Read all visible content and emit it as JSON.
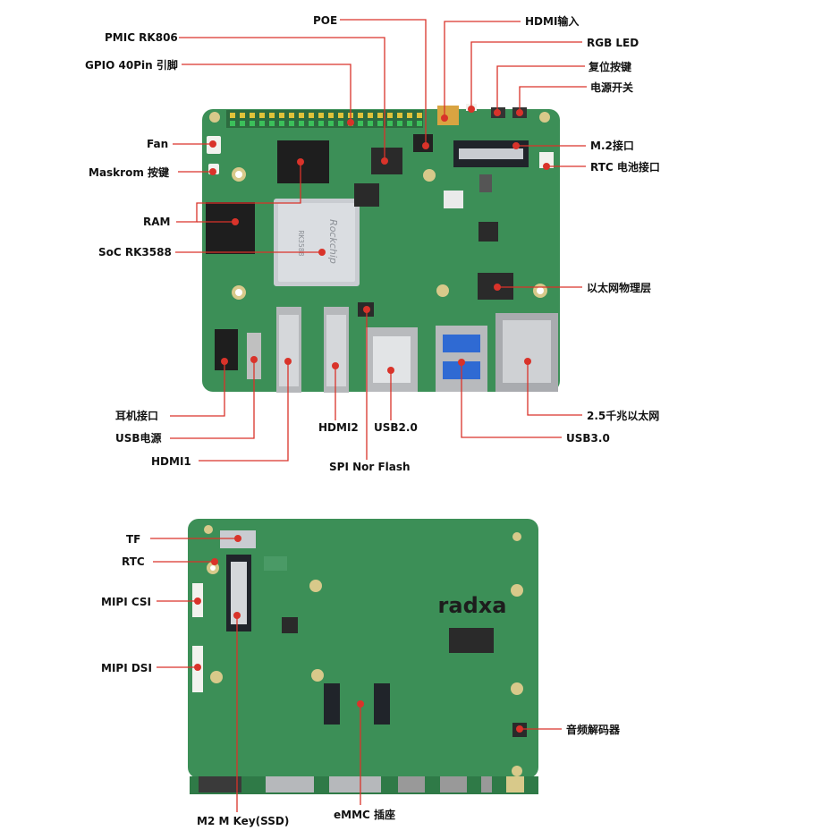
{
  "front": {
    "labels": {
      "poe": "POE",
      "pmic": "PMIC RK806",
      "gpio": "GPIO 40Pin 引脚",
      "fan": "Fan",
      "maskrom": "Maskrom 按键",
      "ram": "RAM",
      "soc": "SoC RK3588",
      "hdmi_in": "HDMI输入",
      "rgb_led": "RGB LED",
      "reset": "复位按键",
      "power_switch": "电源开关",
      "m2": "M.2接口",
      "rtc_battery": "RTC 电池接口",
      "eth_phy": "以太网物理层",
      "eth_25g": "2.5千兆以太网",
      "usb3": "USB3.0",
      "usb2": "USB2.0",
      "hdmi2": "HDMI2",
      "spi_nor": "SPI Nor Flash",
      "hdmi1": "HDMI1",
      "usb_power": "USB电源",
      "headphone": "耳机接口"
    },
    "chip_marks": {
      "soc_brand": "Rockchip",
      "soc_model": "RK3588"
    }
  },
  "back": {
    "labels": {
      "tf": "TF",
      "rtc": "RTC",
      "mipi_csi": "MIPI CSI",
      "mipi_dsi": "MIPI DSI",
      "m2_ssd": "M2 M Key(SSD)",
      "emmc": "eMMC 插座",
      "audio_codec": "音频解码器"
    },
    "board_logo": "radxa"
  },
  "colors": {
    "leader_line": "#d9332a",
    "pcb_green": "#3c8f57",
    "pcb_dark": "#2f7a47"
  }
}
